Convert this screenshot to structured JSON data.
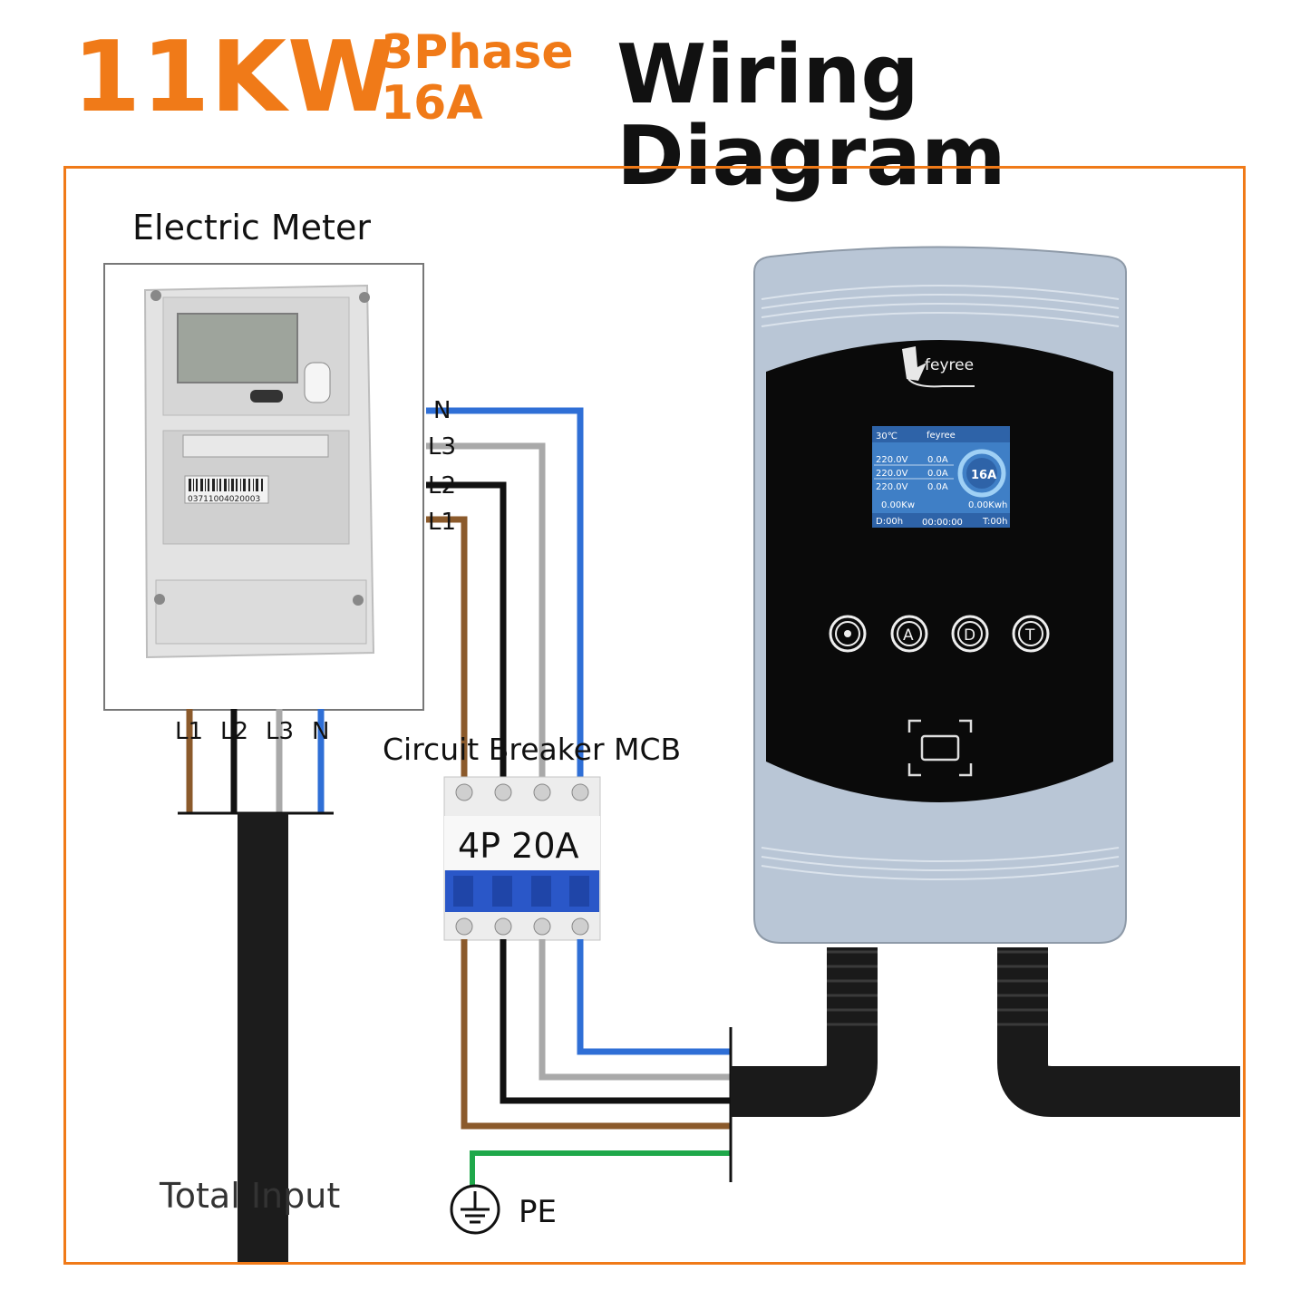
{
  "header": {
    "power": "11KW",
    "phase": "3Phase",
    "current": "16A",
    "title": "Wiring Diagram"
  },
  "meter": {
    "label": "Electric Meter",
    "serial": "03711004020003",
    "terminals": [
      "L1",
      "L2",
      "L3",
      "N"
    ]
  },
  "breaker": {
    "label": "Circuit Breaker MCB",
    "rating": "4P 20A"
  },
  "wires": {
    "top_labels": [
      "N",
      "L3",
      "L2",
      "L1"
    ],
    "colors": {
      "L1": "#8b5a2b",
      "L2": "#111111",
      "L3": "#a9a9a9",
      "N": "#2f6fd6",
      "PE": "#1fa84a"
    }
  },
  "ground": {
    "label": "PE"
  },
  "input": {
    "label": "Total Input"
  },
  "charger": {
    "brand": "feyree",
    "display": {
      "temp": "30℃",
      "brand": "feyree",
      "rows": [
        {
          "v": "220.0V",
          "a": "0.0A"
        },
        {
          "v": "220.0V",
          "a": "0.0A"
        },
        {
          "v": "220.0V",
          "a": "0.0A"
        }
      ],
      "current": "16A",
      "power": "0.00Kw",
      "energy": "0.00Kwh",
      "d": "D:00h",
      "time": "00:00:00",
      "t": "T:00h"
    },
    "buttons": [
      "",
      "A",
      "D",
      "T"
    ]
  }
}
